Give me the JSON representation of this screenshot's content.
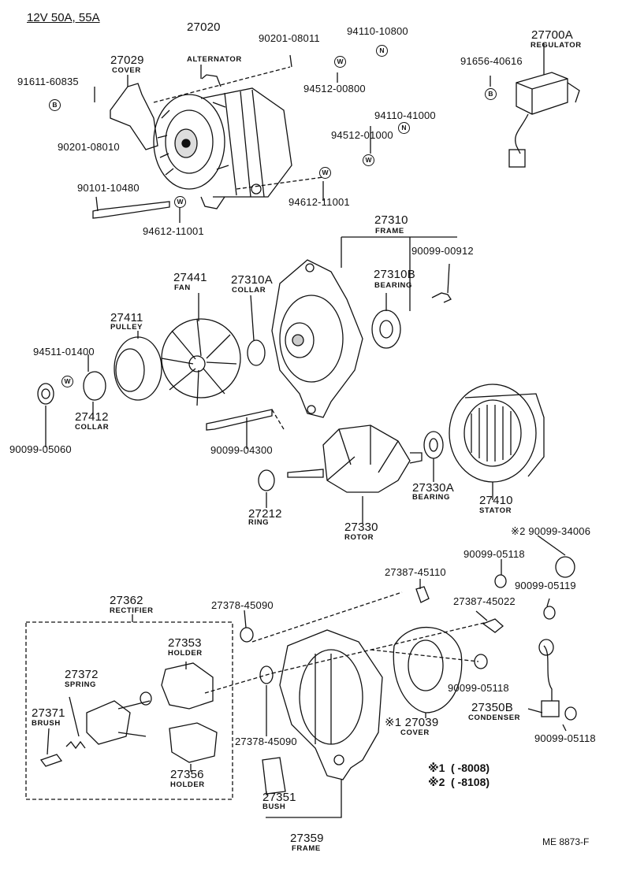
{
  "header": {
    "title": "12V 50A, 55A"
  },
  "footer": {
    "code": "ME 8873-F"
  },
  "notes": [
    {
      "mark": "※1",
      "range": "(        -8008)"
    },
    {
      "mark": "※2",
      "range": "(        -8108)"
    }
  ],
  "parts": {
    "p27020": {
      "number": "27020",
      "name": "ALTERNATOR"
    },
    "p27029": {
      "number": "27029",
      "name": "COVER"
    },
    "p91611": {
      "number": "91611-60835"
    },
    "p90201a": {
      "number": "90201-08010"
    },
    "p90201b": {
      "number": "90201-08011"
    },
    "p94110a": {
      "number": "94110-10800"
    },
    "p94512a": {
      "number": "94512-00800"
    },
    "p94110b": {
      "number": "94110-41000"
    },
    "p94512b": {
      "number": "94512-01000"
    },
    "p94612a": {
      "number": "94612-11001"
    },
    "p94612b": {
      "number": "94612-11001"
    },
    "p90101": {
      "number": "90101-10480"
    },
    "p27700": {
      "number": "27700A",
      "name": "REGULATOR"
    },
    "p91656": {
      "number": "91656-40616"
    },
    "p27310": {
      "number": "27310",
      "name": "FRAME"
    },
    "p90099_00912": {
      "number": "90099-00912"
    },
    "p27310B": {
      "number": "27310B",
      "name": "BEARING"
    },
    "p27310A": {
      "number": "27310A",
      "name": "COLLAR"
    },
    "p27441": {
      "number": "27441",
      "name": "FAN"
    },
    "p27411": {
      "number": "27411",
      "name": "PULLEY"
    },
    "p94511": {
      "number": "94511-01400"
    },
    "p27412": {
      "number": "27412",
      "name": "COLLAR"
    },
    "p90099_05060": {
      "number": "90099-05060"
    },
    "p90099_04300": {
      "number": "90099-04300"
    },
    "p27212": {
      "number": "27212",
      "name": "RING"
    },
    "p27330": {
      "number": "27330",
      "name": "ROTOR"
    },
    "p27330A": {
      "number": "27330A",
      "name": "BEARING"
    },
    "p27410": {
      "number": "27410",
      "name": "STATOR"
    },
    "p90099_34006": {
      "number": "※2 90099-34006"
    },
    "p90099_05118a": {
      "number": "90099-05118"
    },
    "p90099_05119": {
      "number": "90099-05119"
    },
    "p27387a": {
      "number": "27387-45110"
    },
    "p27387b": {
      "number": "27387-45022"
    },
    "p27378a": {
      "number": "27378-45090"
    },
    "p27378b": {
      "number": "27378-45090"
    },
    "p27362": {
      "number": "27362",
      "name": "RECTIFIER"
    },
    "p27353": {
      "number": "27353",
      "name": "HOLDER"
    },
    "p27372": {
      "number": "27372",
      "name": "SPRING"
    },
    "p27371": {
      "number": "27371",
      "name": "BRUSH"
    },
    "p27356": {
      "number": "27356",
      "name": "HOLDER"
    },
    "p90099_05118b": {
      "number": "90099-05118"
    },
    "p27350B": {
      "number": "27350B",
      "name": "CONDENSER"
    },
    "p90099_05118c": {
      "number": "90099-05118"
    },
    "p27039": {
      "number": "※1 27039",
      "name": "COVER"
    },
    "p27351": {
      "number": "27351",
      "name": "BUSH"
    },
    "p27359": {
      "number": "27359",
      "name": "FRAME"
    }
  },
  "badges": {
    "b": "B",
    "w": "W",
    "n": "N"
  }
}
